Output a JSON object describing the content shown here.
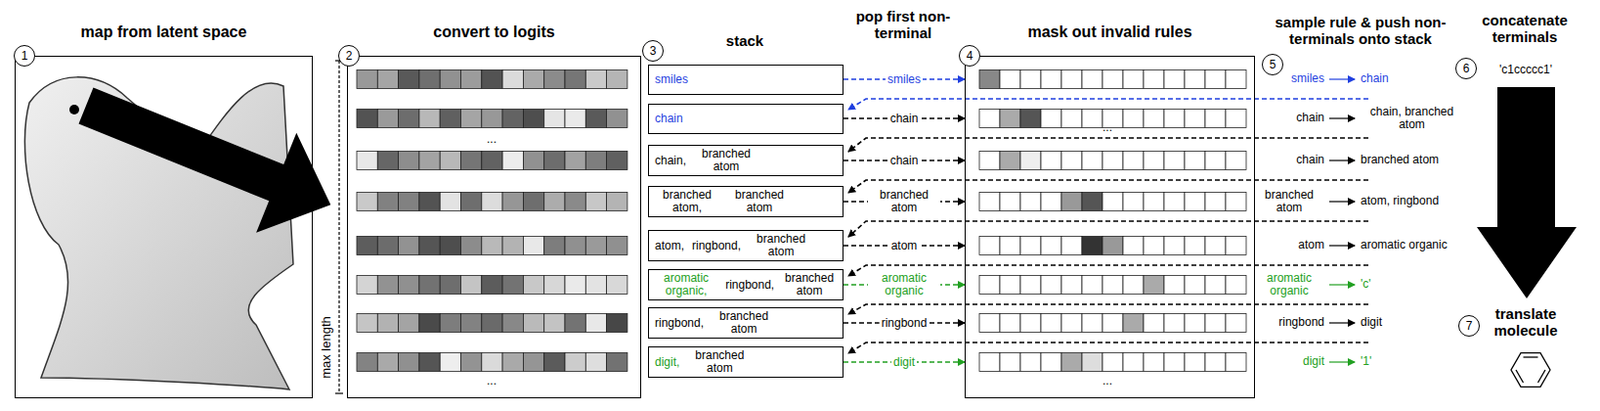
{
  "diagram": {
    "nodes": [
      {
        "text": [
          "map from latent space"
        ]
      },
      {
        "text": [
          "convert to logits"
        ]
      },
      {
        "text": [
          "smiles"
        ]
      },
      {
        "text": [
          "chain"
        ]
      },
      {
        "text": [
          "chain,",
          "branched atom"
        ]
      },
      {
        "text": [
          "branched atom,",
          "branched atom"
        ]
      },
      {
        "text": [
          "atom,",
          "ringbond,",
          "branched atom"
        ]
      },
      {
        "text": [
          "aromatic organic,",
          "ringbond,",
          "branched atom"
        ]
      },
      {
        "text": [
          "ringbond,",
          "branched atom"
        ]
      },
      {
        "text": [
          "digit,",
          "branched atom"
        ]
      },
      {
        "text": [
          "mask out invalid rules"
        ]
      }
    ],
    "edges": [
      {
        "from": 2,
        "to": 10,
        "arrow": "to",
        "label": "smiles"
      },
      {
        "from": 3,
        "to": 10,
        "arrow": "to",
        "label": "chain"
      },
      {
        "from": 4,
        "to": 10,
        "arrow": "to",
        "label": "chain"
      },
      {
        "from": 5,
        "to": 10,
        "arrow": "to",
        "label": "branched atom"
      },
      {
        "from": 6,
        "to": 10,
        "arrow": "to",
        "label": "atom"
      },
      {
        "from": 7,
        "to": 10,
        "arrow": "to",
        "label": "aromatic organic"
      },
      {
        "from": 8,
        "to": 10,
        "arrow": "to",
        "label": "ringbond"
      },
      {
        "from": 9,
        "to": 10,
        "arrow": "to",
        "label": "digit"
      }
    ],
    "labels": [
      "1",
      "2",
      "3",
      "4",
      "5",
      "6",
      "7",
      "max length",
      "...",
      "...",
      "stack",
      "pop first non-terminal",
      "...",
      "...",
      "sample rule & push non-terminals onto stack",
      "smiles",
      "chain",
      "chain",
      "chain, branched atom",
      "chain",
      "branched atom",
      "branched atom",
      "atom, ringbond",
      "atom",
      "aromatic organic",
      "aromatic organic",
      "'c'",
      "ringbond",
      "digit",
      "digit",
      "'1'",
      "concatenate terminals",
      "'c1ccccc1'",
      "translate molecule"
    ]
  }
}
